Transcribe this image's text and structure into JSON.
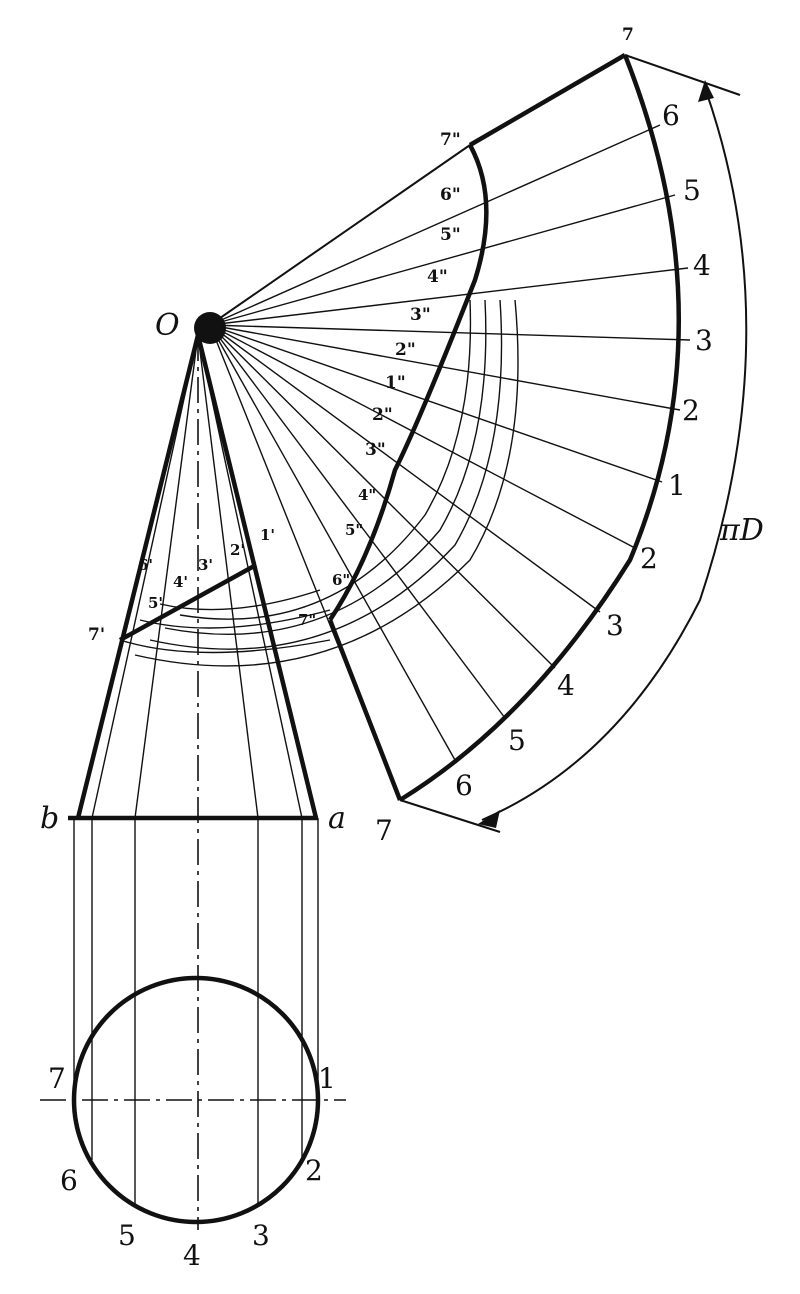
{
  "labels": {
    "apex": "O",
    "pi_d": "πD",
    "b": "b",
    "a": "a"
  },
  "circle_points": [
    "1",
    "2",
    "3",
    "4",
    "5",
    "6",
    "7"
  ],
  "outer_arc_points": [
    "7",
    "6",
    "5",
    "4",
    "3",
    "2",
    "1",
    "2",
    "3",
    "4",
    "5",
    "6",
    "7"
  ],
  "cut_curve_points": [
    "7\"",
    "6\"",
    "5\"",
    "4\"",
    "3\"",
    "2\"",
    "1\"",
    "2\"",
    "3\"",
    "4\"",
    "5\"",
    "6\"",
    "7\""
  ],
  "front_view_points": [
    "7'",
    "5'",
    "4'",
    "3'",
    "2'",
    "1'",
    "6'"
  ]
}
